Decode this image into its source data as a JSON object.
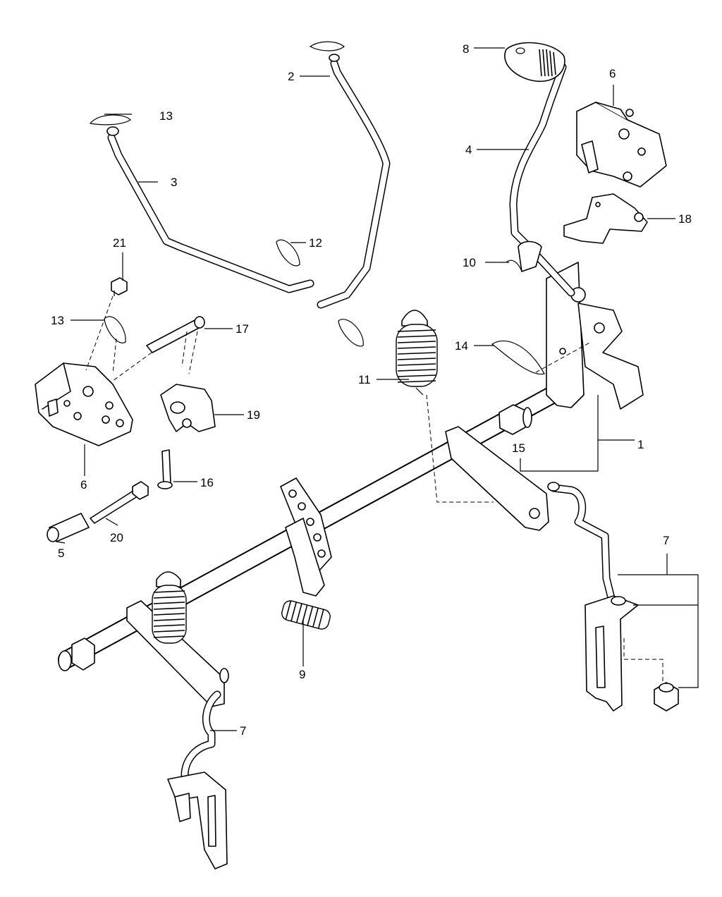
{
  "callouts": {
    "c1": "1",
    "c2": "2",
    "c3a": "3",
    "c4": "4",
    "c5": "5",
    "c6a": "6",
    "c6b": "6",
    "c7a": "7",
    "c7b": "7",
    "c8": "8",
    "c9": "9",
    "c10": "10",
    "c11": "11",
    "c12": "12",
    "c13a": "13",
    "c13b": "13",
    "c14": "14",
    "c15": "15",
    "c16": "16",
    "c17": "17",
    "c18": "18",
    "c19": "19",
    "c20": "20",
    "c21": "21"
  }
}
